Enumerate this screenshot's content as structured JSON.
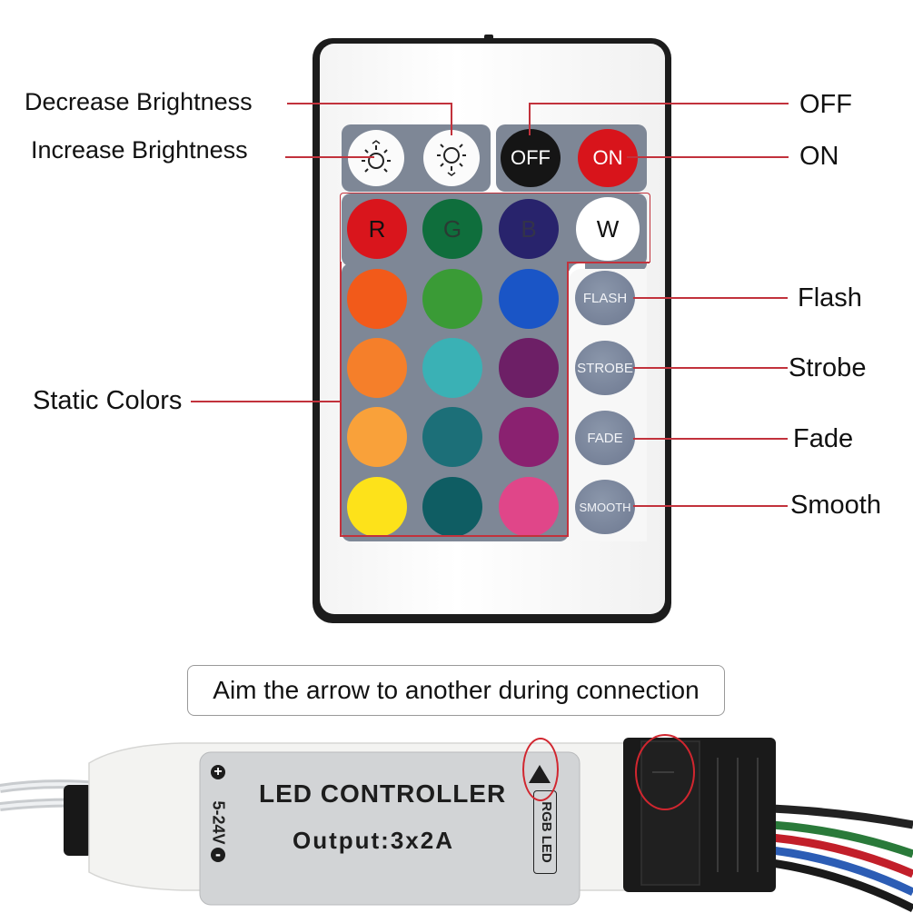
{
  "callouts": {
    "decrease_brightness": "Decrease Brightness",
    "increase_brightness": "Increase Brightness",
    "off": "OFF",
    "on": "ON",
    "flash": "Flash",
    "strobe": "Strobe",
    "fade": "Fade",
    "smooth": "Smooth",
    "static_colors": "Static Colors"
  },
  "remote": {
    "off_label": "OFF",
    "on_label": "ON",
    "r_label": "R",
    "g_label": "G",
    "b_label": "B",
    "w_label": "W",
    "flash_label": "FLASH",
    "strobe_label": "STROBE",
    "fade_label": "FADE",
    "smooth_label": "SMOOTH",
    "colors": {
      "row1": [
        "#d9151c",
        "#0f6e3c",
        "#28236c",
        "#ffffff"
      ],
      "row2": [
        "#f25a1a",
        "#3a9b36",
        "#1a55c6"
      ],
      "row3": [
        "#f57f2a",
        "#3ab1b5",
        "#6d1f66"
      ],
      "row4": [
        "#f9a13a",
        "#1c6f78",
        "#8a2170"
      ],
      "row5": [
        "#fde21a",
        "#0f5d63",
        "#e04689"
      ]
    }
  },
  "note": "Aim the arrow to another during connection",
  "controller": {
    "title": "LED CONTROLLER",
    "output": "Output:3x2A",
    "voltage": "5-24V",
    "rgb_led": "RGB LED",
    "plus": "+",
    "minus": "-"
  }
}
